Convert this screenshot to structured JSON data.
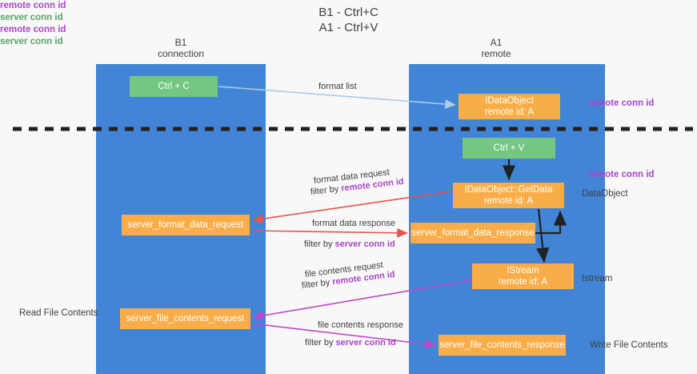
{
  "title": "B1 - Ctrl+C\nA1 - Ctrl+V",
  "lanes": [
    {
      "name": "lane-b1",
      "header": "B1\nconnection",
      "color": "#4285d6"
    },
    {
      "name": "lane-a1",
      "header": "A1\nremote",
      "color": "#4285d6"
    }
  ],
  "colors": {
    "lane": "#4285d6",
    "green_node": "#74c780",
    "orange_node": "#f9ad48",
    "purple_text": "#a945c9",
    "green_text": "#5aa469",
    "background": "#f8f8f8",
    "arrow_format_list": "#a8cbe8",
    "arrow_black": "#202124",
    "arrow_red": "#e8534a",
    "arrow_magenta": "#c044c9",
    "divider": "#202124"
  },
  "nodes": {
    "ctrl_c": {
      "line1": "Ctrl + C",
      "line2": ""
    },
    "idataobject": {
      "line1": "IDataObject",
      "line2": "remote id: A"
    },
    "ctrl_v": {
      "line1": "Ctrl + V",
      "line2": ""
    },
    "getdata": {
      "line1": "IDataObject::GetData",
      "line2": "remote id: A"
    },
    "server_format_data_request": {
      "line1": "server_format_data_request",
      "line2": ""
    },
    "server_format_data_response": {
      "line1": "server_format_data_response",
      "line2": ""
    },
    "istream": {
      "line1": "IStream",
      "line2": "remote id: A"
    },
    "server_file_contents_request": {
      "line1": "server_file_contents_request",
      "line2": ""
    },
    "server_file_contents_response": {
      "line1": "server_file_contents_response",
      "line2": ""
    }
  },
  "edge_labels": {
    "format_list": "format list",
    "format_data_request": "format data request",
    "format_data_request_filter_prefix": "filter by ",
    "format_data_request_filter_key": "remote conn id",
    "format_data_response": "format data response",
    "format_data_response_filter_prefix": "filter by ",
    "format_data_response_filter_key": "server conn id",
    "file_contents_request": "file contents request",
    "file_contents_request_filter_prefix": "filter by ",
    "file_contents_request_filter_key": "remote conn id",
    "file_contents_response": "file contents response",
    "file_contents_response_filter_prefix": "filter by ",
    "file_contents_response_filter_key": "server conn id"
  },
  "side_labels": {
    "right_remote_conn_id_top": "remote conn id",
    "right_remote_conn_id_mid": "remote conn id",
    "right_dataobject": "DataObject",
    "right_istream": "Istream",
    "right_write_file_contents": "Write File Contents",
    "left_remote_conn_id": "remote conn id",
    "left_server_conn_id": "server conn id",
    "left_read_file_contents": "Read File Contents",
    "left_remote_conn_id_2": "remote conn id",
    "left_server_conn_id_2": "server conn id"
  }
}
